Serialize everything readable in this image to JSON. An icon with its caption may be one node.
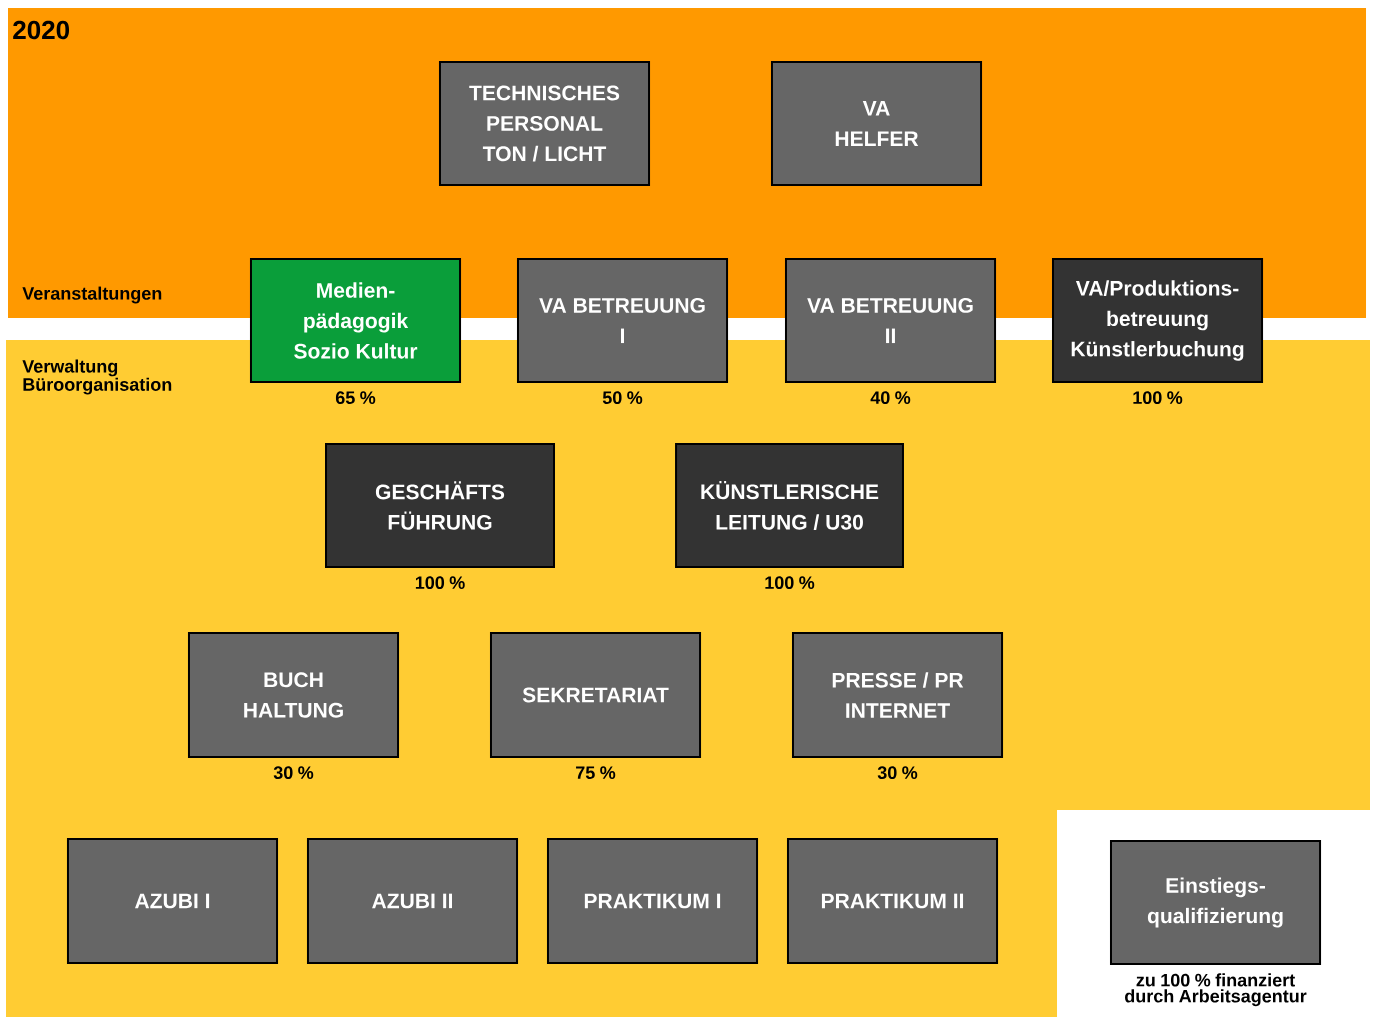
{
  "diagram": {
    "nodes": [
      {
        "text": [
          "2020",
          "Veranstaltungen"
        ]
      },
      {
        "text": [
          "TECHNISCHES PERSONAL TON / LICHT"
        ],
        "in": 0
      },
      {
        "text": [
          "VA HELFER"
        ],
        "in": 0
      },
      {
        "text": [
          "Verwaltung Büroorganisation"
        ]
      },
      {
        "text": [
          "Medien- pädagogik Sozio Kultur"
        ],
        "beside": [
          "65 %"
        ]
      },
      {
        "text": [
          "VA BETREUUNG I"
        ],
        "beside": [
          "50 %"
        ]
      },
      {
        "text": [
          "VA BETREUUNG II"
        ],
        "beside": [
          "40 %"
        ]
      },
      {
        "text": [
          "VA/Produktions- betreuung Künstlerbuchung"
        ],
        "beside": [
          "100 %"
        ]
      },
      {
        "text": [
          "GESCHÄFTS FÜHRUNG"
        ],
        "in": 3,
        "beside": [
          "100 %"
        ]
      },
      {
        "text": [
          "KÜNSTLERISCHE LEITUNG / U30"
        ],
        "in": 3,
        "beside": [
          "100 %"
        ]
      },
      {
        "text": [
          "BUCH HALTUNG"
        ],
        "in": 3,
        "beside": [
          "30 %"
        ]
      },
      {
        "text": [
          "SEKRETARIAT"
        ],
        "in": 3,
        "beside": [
          "75 %"
        ]
      },
      {
        "text": [
          "PRESSE / PR INTERNET"
        ],
        "in": 3,
        "beside": [
          "30 %"
        ]
      },
      {
        "text": [
          "AZUBI I"
        ],
        "in": 3
      },
      {
        "text": [
          "AZUBI II"
        ],
        "in": 3
      },
      {
        "text": [
          "PRAKTIKUM I"
        ],
        "in": 3
      },
      {
        "text": [
          "PRAKTIKUM II"
        ],
        "in": 3
      },
      {
        "text": [
          "Einstiegs- qualifizierung"
        ],
        "beside": [
          "zu 100 % finanziert durch Arbeitsagentur"
        ]
      }
    ]
  }
}
